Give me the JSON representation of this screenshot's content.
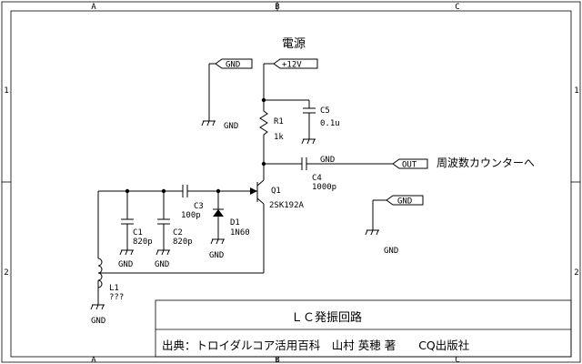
{
  "frame": {
    "col_labels": [
      "A",
      "B",
      "C"
    ],
    "row_labels": [
      "1",
      "2"
    ]
  },
  "power_title": "電源",
  "power_label": "+12V",
  "gnd_label": "GND",
  "out_label": "OUT",
  "out_note": "周波数カウンターへ",
  "components": {
    "r1": {
      "ref": "R1",
      "value": "1k"
    },
    "c5": {
      "ref": "C5",
      "value": "0.1u"
    },
    "c4": {
      "ref": "C4",
      "value": "1000p"
    },
    "q1": {
      "ref": "Q1",
      "value": "2SK192A"
    },
    "c3": {
      "ref": "C3",
      "value": "100p"
    },
    "d1": {
      "ref": "D1",
      "value": "1N60"
    },
    "c1": {
      "ref": "C1",
      "value": "820p"
    },
    "c2": {
      "ref": "C2",
      "value": "820p"
    },
    "l1": {
      "ref": "L1",
      "value": "???"
    }
  },
  "title_block": {
    "title": "ＬＣ発振回路",
    "source": "出典：トロイダルコア活用百科　山村 英穂 著　　CQ出版社"
  }
}
